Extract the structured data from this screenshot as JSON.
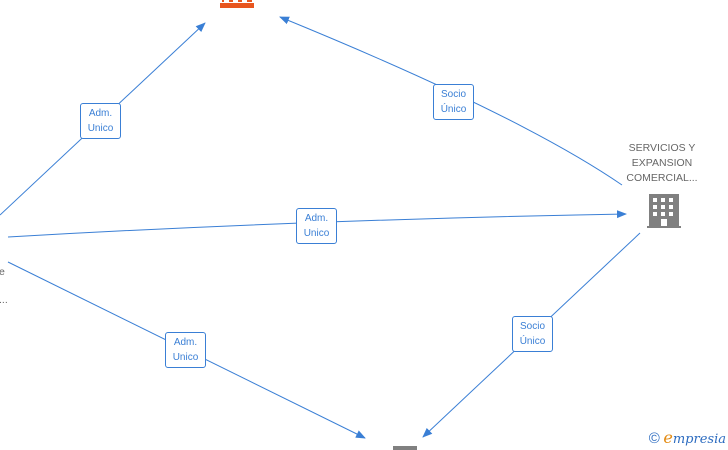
{
  "edges": [
    {
      "id": "e1",
      "label_line1": "Adm.",
      "label_line2": "Unico"
    },
    {
      "id": "e2",
      "label_line1": "Socio",
      "label_line2": "Único"
    },
    {
      "id": "e3",
      "label_line1": "Adm.",
      "label_line2": "Unico"
    },
    {
      "id": "e4",
      "label_line1": "Adm.",
      "label_line2": "Unico"
    },
    {
      "id": "e5",
      "label_line1": "Socio",
      "label_line2": "Único"
    }
  ],
  "nodes": {
    "right_company": {
      "line1": "SERVICIOS Y",
      "line2": "EXPANSION",
      "line3": "COMERCIAL...",
      "icon": "building-icon",
      "color": "#808080"
    },
    "top_company": {
      "icon": "building-icon",
      "color": "#e8561f"
    },
    "bottom_company": {
      "icon": "building-icon",
      "color": "#808080"
    },
    "left_person": {
      "partial_line1": "e",
      "partial_line2": "..."
    }
  },
  "colors": {
    "edge": "#3a7fd5",
    "accent": "#e8561f"
  },
  "brand": {
    "copyright": "©",
    "first_letter": "e",
    "rest": "mpresia"
  }
}
